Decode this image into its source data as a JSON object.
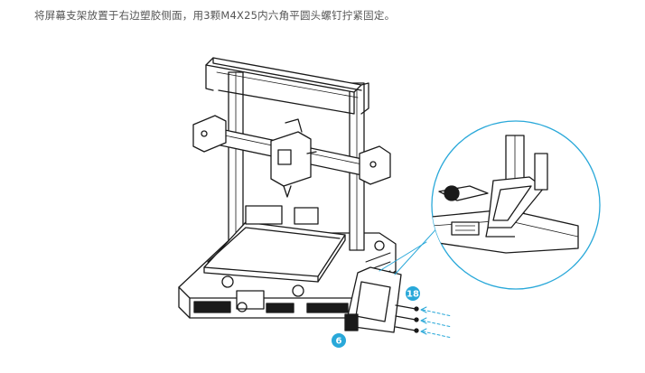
{
  "instruction": {
    "text": "将屏幕支架放置于右边塑胶侧面，用3颗M4X25内六角平圆头螺钉拧紧固定。"
  },
  "callouts": {
    "screws_qty": "18",
    "bracket_part": "6"
  },
  "colors": {
    "accent": "#29a8d9",
    "text": "#555555",
    "line": "#1a1a1a"
  }
}
